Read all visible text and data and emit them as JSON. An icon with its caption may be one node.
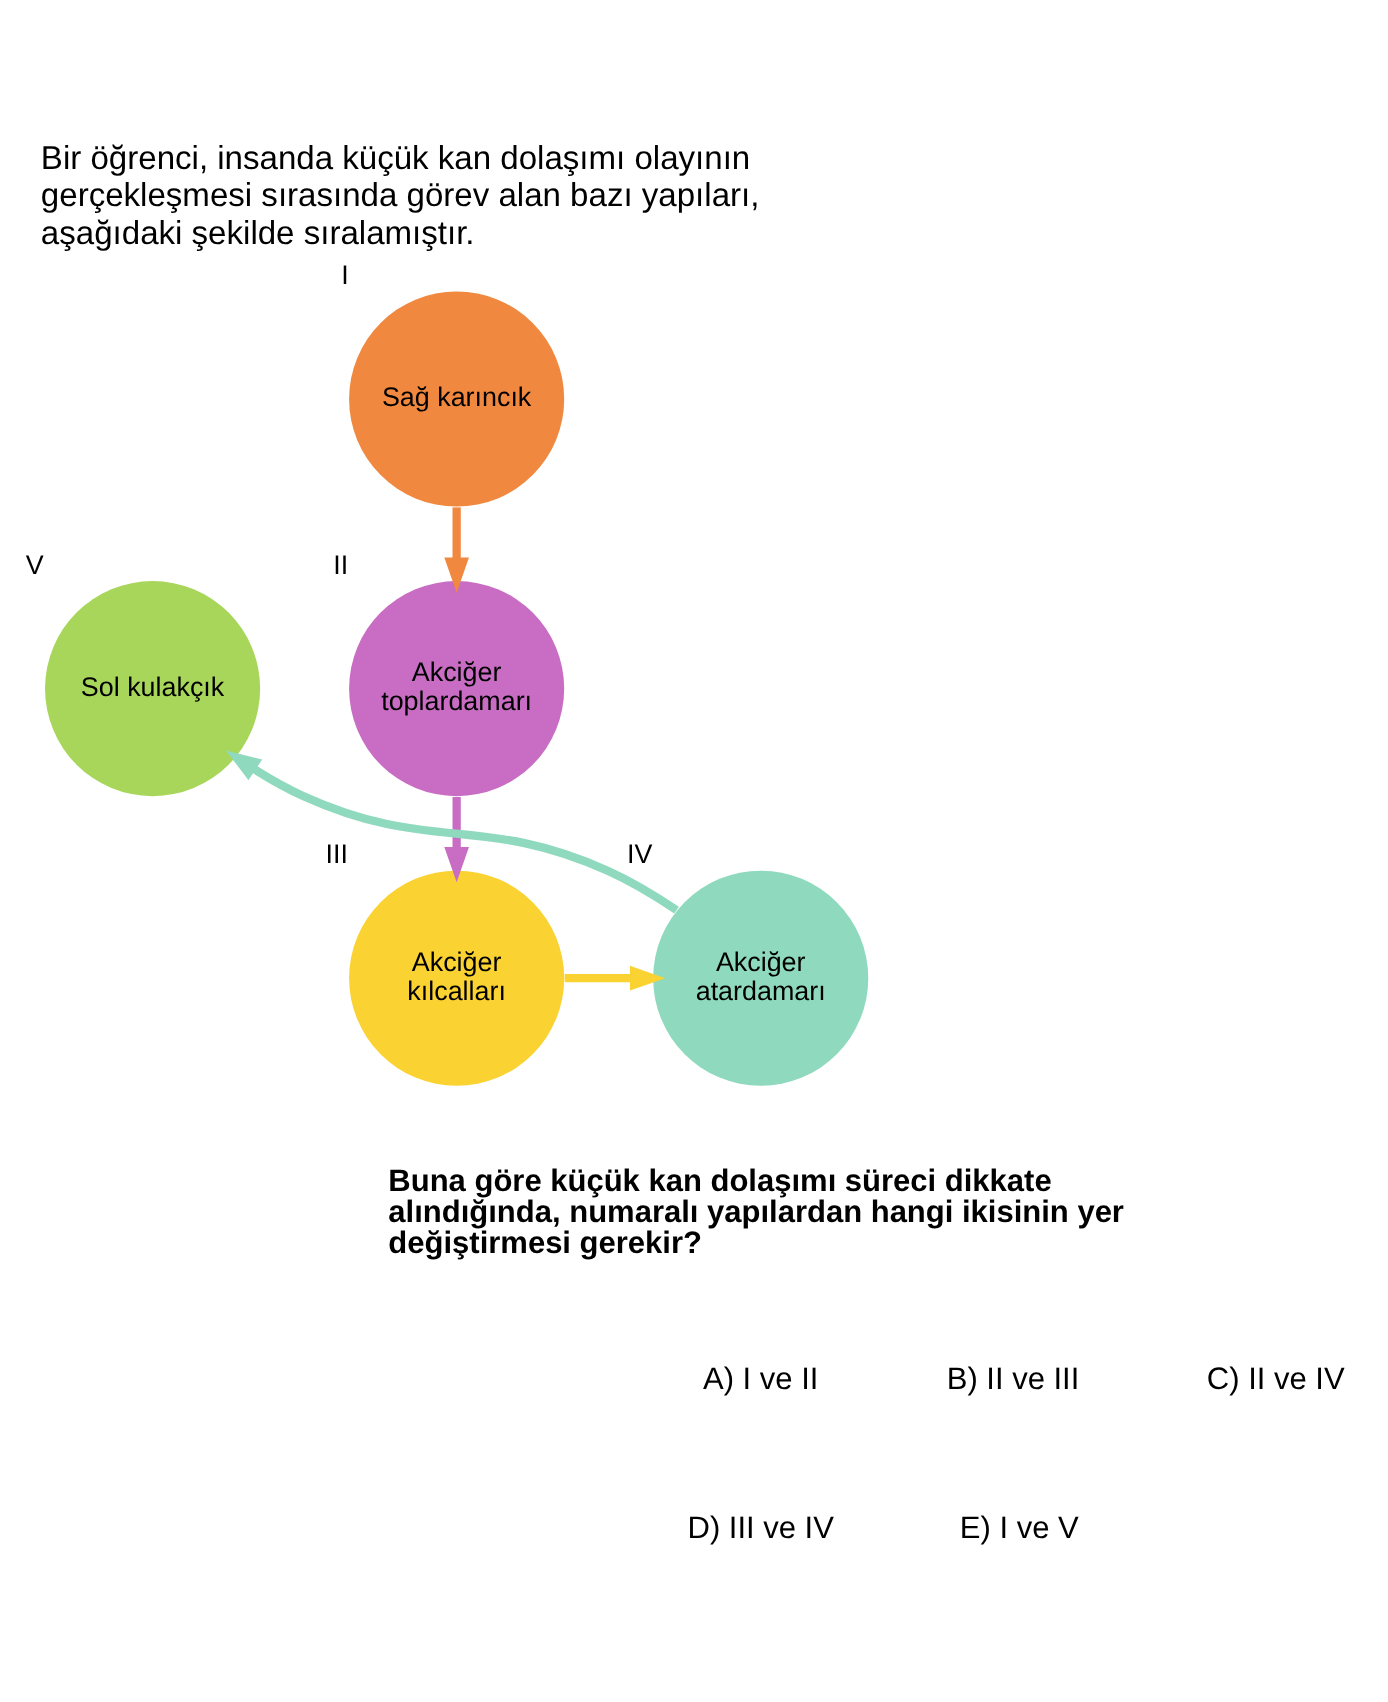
{
  "diagram": {
    "title": "Bir öğrenci, insanda küçük kan dolaşımı olayının gerçekleşmesi sırasında görev alan bazı yapıları, aşağıdaki şekilde sıralamıştır.",
    "nodes": [
      {
        "text": [
          "Sağ karıncık"
        ],
        "beside": [
          "I"
        ]
      },
      {
        "text": [
          "Akciğer toplardamarı"
        ],
        "beside": [
          "II"
        ]
      },
      {
        "text": [
          "Akciğer kılcalları"
        ],
        "beside": [
          "III"
        ]
      },
      {
        "text": [
          "Akciğer atardamarı"
        ],
        "beside": [
          "IV"
        ]
      },
      {
        "text": [
          "Sol kulakçık"
        ],
        "beside": [
          "V"
        ]
      }
    ],
    "edges": [
      {
        "from": 0,
        "to": 1,
        "arrow": "to",
        "color": "#f0883f"
      },
      {
        "from": 1,
        "to": 2,
        "arrow": "to",
        "color": "#c86dc3"
      },
      {
        "from": 2,
        "to": 3,
        "arrow": "to",
        "color": "#fad232"
      },
      {
        "from": 3,
        "to": 4,
        "arrow": "to",
        "color": "#8fd9be"
      }
    ],
    "labels": [
      "Buna göre küçük kan dolaşımı süreci dikkate alındığında, numaralı yapılardan hangi ikisinin yer değiştirmesi gerekir?",
      "A) I ve II",
      "B) II ve III",
      "C) II ve IV",
      "D) III ve IV",
      "E) I ve V"
    ]
  }
}
